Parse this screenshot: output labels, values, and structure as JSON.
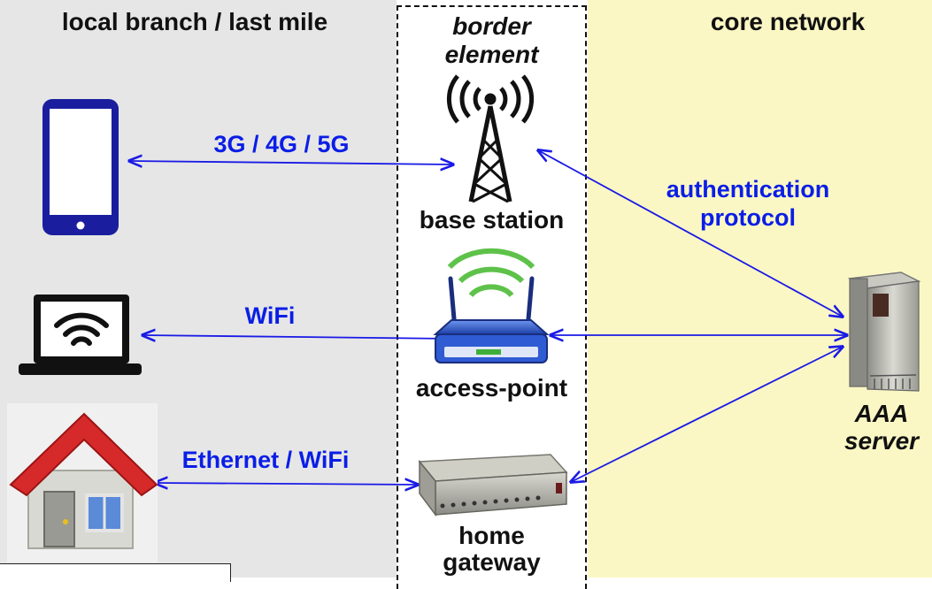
{
  "zones": {
    "left_title": "local branch / last mile",
    "border_title_line1": "border",
    "border_title_line2": "element",
    "right_title": "core network"
  },
  "devices": {
    "base_station": "base station",
    "access_point": "access-point",
    "home_gateway_line1": "home",
    "home_gateway_line2": "gateway",
    "aaa_line1": "AAA",
    "aaa_line2": "server"
  },
  "links": {
    "cellular": "3G / 4G / 5G",
    "wifi": "WiFi",
    "ethernet": "Ethernet / WiFi",
    "auth_line1": "authentication",
    "auth_line2": "protocol"
  },
  "colors": {
    "left_zone": "#e6e6e6",
    "right_zone": "#fbf7c4",
    "arrows": "#1a1ae6",
    "phone": "#1a1e9e",
    "router": "#2f5bd3",
    "roof": "#d62a2a"
  }
}
